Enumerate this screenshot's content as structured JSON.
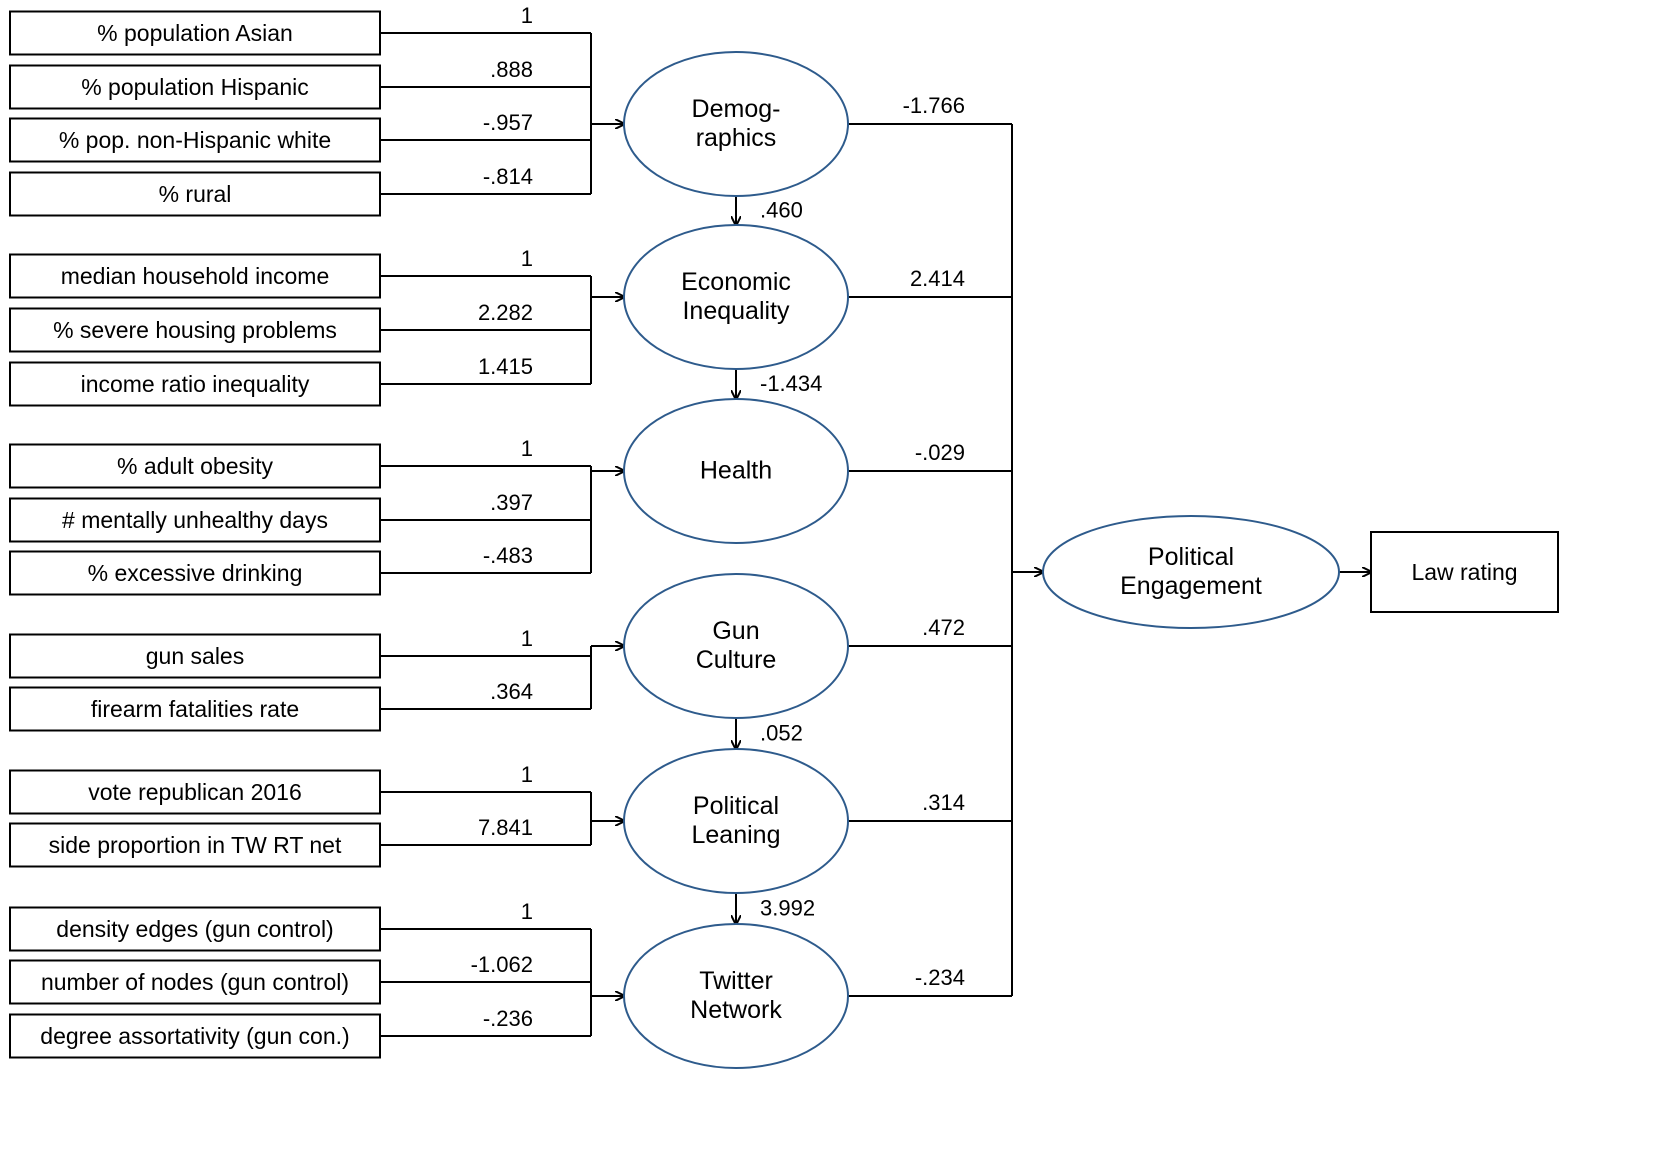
{
  "constructs": [
    {
      "id": "demographics",
      "label_lines": [
        "Demog-",
        "raphics"
      ],
      "indicators": [
        {
          "label": "% population Asian",
          "loading": "1"
        },
        {
          "label": "% population Hispanic",
          "loading": ".888"
        },
        {
          "label": "% pop. non-Hispanic white",
          "loading": "-.957"
        },
        {
          "label": "% rural",
          "loading": "-.814"
        }
      ],
      "path_to_engagement": "-1.766"
    },
    {
      "id": "economic-inequality",
      "label_lines": [
        "Economic",
        "Inequality"
      ],
      "indicators": [
        {
          "label": "median household income",
          "loading": "1"
        },
        {
          "label": "% severe housing problems",
          "loading": "2.282"
        },
        {
          "label": "income ratio inequality",
          "loading": "1.415"
        }
      ],
      "path_to_engagement": "2.414"
    },
    {
      "id": "health",
      "label_lines": [
        "Health"
      ],
      "indicators": [
        {
          "label": "% adult obesity",
          "loading": "1"
        },
        {
          "label": "# mentally unhealthy days",
          "loading": ".397"
        },
        {
          "label": "% excessive drinking",
          "loading": "-.483"
        }
      ],
      "path_to_engagement": "-.029"
    },
    {
      "id": "gun-culture",
      "label_lines": [
        "Gun",
        "Culture"
      ],
      "indicators": [
        {
          "label": "gun sales",
          "loading": "1"
        },
        {
          "label": "firearm fatalities rate",
          "loading": ".364"
        }
      ],
      "path_to_engagement": ".472"
    },
    {
      "id": "political-leaning",
      "label_lines": [
        "Political",
        "Leaning"
      ],
      "indicators": [
        {
          "label": "vote republican 2016",
          "loading": "1"
        },
        {
          "label": "side proportion in TW RT net",
          "loading": "7.841"
        }
      ],
      "path_to_engagement": ".314"
    },
    {
      "id": "twitter-network",
      "label_lines": [
        "Twitter",
        "Network"
      ],
      "indicators": [
        {
          "label": "density edges (gun control)",
          "loading": "1"
        },
        {
          "label": "number of nodes (gun control)",
          "loading": "-1.062"
        },
        {
          "label": "degree assortativity (gun con.)",
          "loading": "-.236"
        }
      ],
      "path_to_engagement": "-.234"
    }
  ],
  "construct_links": [
    {
      "from": "demographics",
      "to": "economic-inequality",
      "coef": ".460"
    },
    {
      "from": "economic-inequality",
      "to": "health",
      "coef": "-1.434"
    },
    {
      "from": "gun-culture",
      "to": "political-leaning",
      "coef": ".052"
    },
    {
      "from": "political-leaning",
      "to": "twitter-network",
      "coef": "3.992"
    }
  ],
  "outcome": {
    "label_lines": [
      "Political",
      "Engagement"
    ]
  },
  "final": {
    "label": "Law rating"
  }
}
